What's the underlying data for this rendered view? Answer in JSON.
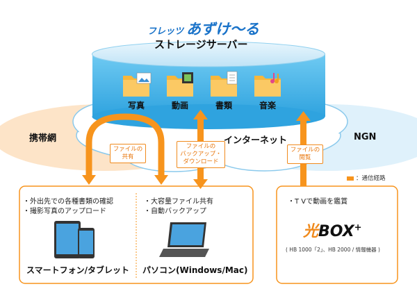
{
  "logo": {
    "part1": "フレッツ",
    "part2": "あずけ〜る"
  },
  "server_title": "ストレージサーバー",
  "folders": [
    {
      "label": "写真",
      "icon": "photo-icon"
    },
    {
      "label": "動画",
      "icon": "film-icon"
    },
    {
      "label": "書類",
      "icon": "document-icon"
    },
    {
      "label": "音楽",
      "icon": "music-icon"
    }
  ],
  "networks": {
    "mobile": "携帯網",
    "internet": "インターネット",
    "ngn": "NGN"
  },
  "tags": {
    "share_mobile": [
      "ファイルの",
      "共有"
    ],
    "backup": [
      "ファイルの",
      "バックアップ・",
      "ダウンロード"
    ],
    "view": [
      "ファイルの",
      "閲覧"
    ]
  },
  "legend": "：通信経路",
  "boxes": {
    "mobile": {
      "bullets": [
        "・外出先での各種書類の確認",
        "・撮影写真のアップロード"
      ],
      "label": "スマートフォン/タブレット"
    },
    "pc": {
      "bullets": [
        "・大容量ファイル共有",
        "・自動バックアップ"
      ],
      "label": "パソコン(Windows/Mac)"
    },
    "tv": {
      "bullets": [
        "・T Vで動画を鑑賞"
      ],
      "product": {
        "kanji": "光",
        "name": "BOX",
        "sup": "+"
      },
      "model": "( HB 1000「2」、HB 2000 / 情報機器 )"
    }
  },
  "colors": {
    "orange": "#f7941d",
    "cloud_blue": "#4db4e8",
    "logo_blue": "#1a73c9"
  }
}
